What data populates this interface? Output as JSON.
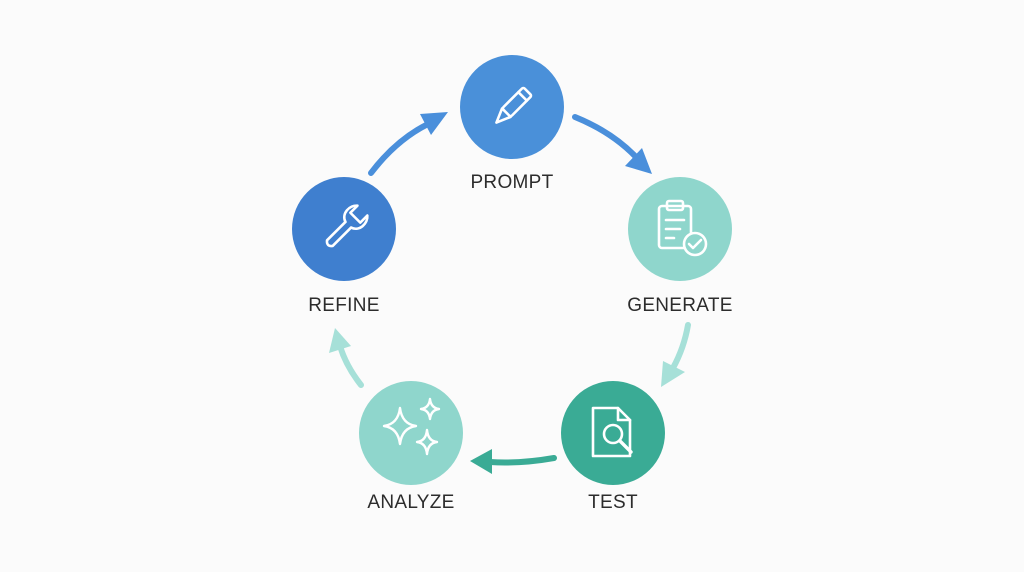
{
  "steps": [
    {
      "id": "prompt",
      "label": "PROMPT",
      "icon": "pencil-icon",
      "fill": "#4a90d9"
    },
    {
      "id": "generate",
      "label": "GENERATE",
      "icon": "clipboard-check-icon",
      "fill": "#8fd6cc"
    },
    {
      "id": "test",
      "label": "TEST",
      "icon": "document-magnifier-icon",
      "fill": "#3aab95"
    },
    {
      "id": "analyze",
      "label": "ANALYZE",
      "icon": "sparkles-icon",
      "fill": "#8fd6cc"
    },
    {
      "id": "refine",
      "label": "REFINE",
      "icon": "wrench-icon",
      "fill": "#3f7fcf"
    }
  ],
  "arrows": [
    {
      "from": "refine",
      "to": "prompt",
      "color": "#4a8fdb"
    },
    {
      "from": "prompt",
      "to": "generate",
      "color": "#4a8fdb"
    },
    {
      "from": "generate",
      "to": "test",
      "color": "#a6e0d8"
    },
    {
      "from": "test",
      "to": "analyze",
      "color": "#3aab95"
    },
    {
      "from": "analyze",
      "to": "refine",
      "color": "#a6e0d8"
    }
  ]
}
